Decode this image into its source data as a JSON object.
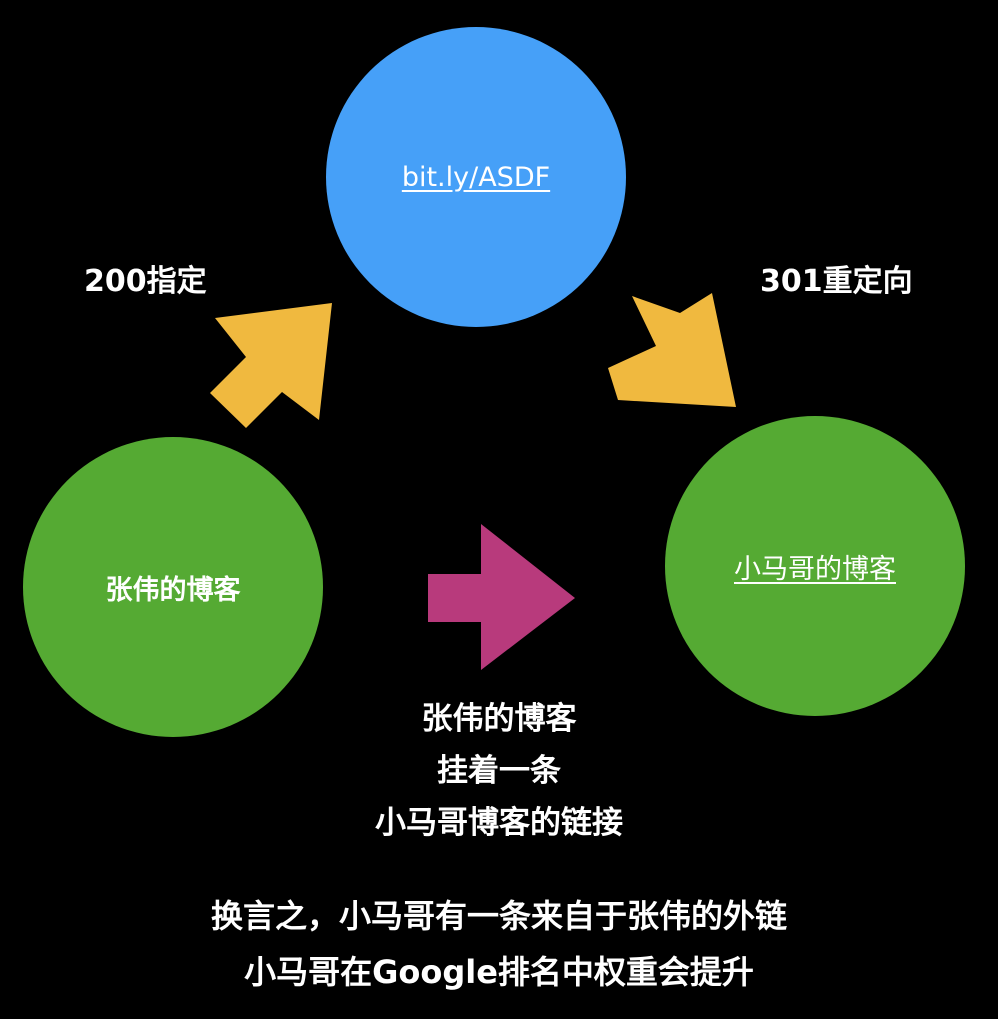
{
  "nodes": {
    "short_link": {
      "label": "bit.ly/ASDF",
      "color": "#46a0f8"
    },
    "zhang_blog": {
      "label": "张伟的博客",
      "color": "#55aa33"
    },
    "ma_blog": {
      "label": "小马哥的博客",
      "color": "#55aa33"
    }
  },
  "edges": {
    "to_short": {
      "label": "200指定",
      "color": "#f0b93f"
    },
    "to_ma": {
      "label": "301重定向",
      "color": "#f0b93f"
    },
    "direct": {
      "color": "#b83a7c"
    }
  },
  "note_lines": [
    "张伟的博客",
    "挂着一条",
    "小马哥博客的链接"
  ],
  "summary_lines": [
    "换言之，小马哥有一条来自于张伟的外链",
    "小马哥在Google排名中权重会提升"
  ]
}
